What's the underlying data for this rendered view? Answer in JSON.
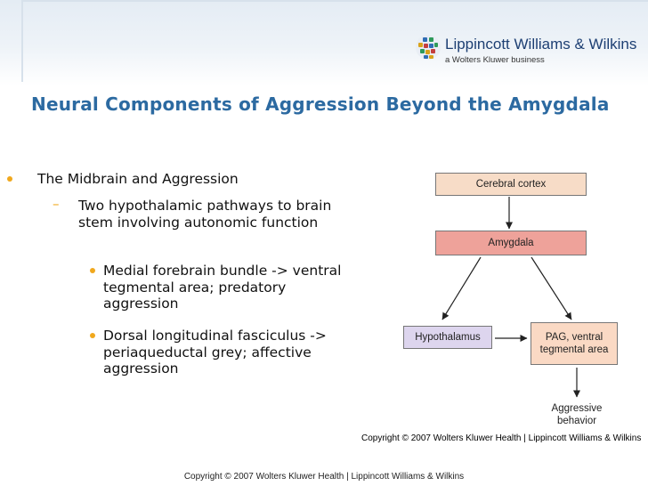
{
  "slide": {
    "title": "Neural Components of Aggression Beyond the Amygdala",
    "bullets": {
      "level1": "The Midbrain and Aggression",
      "level2": "Two hypothalamic pathways to brain stem involving autonomic function",
      "level3": [
        "Medial forebrain bundle -> ventral tegmental area; predatory aggression",
        "Dorsal longitudinal fasciculus -> periaqueductal grey; affective aggression"
      ]
    },
    "footer": "Copyright © 2007 Wolters Kluwer Health | Lippincott Williams & Wilkins"
  },
  "logo": {
    "name": "Lippincott Williams & Wilkins",
    "subtitle": "a Wolters Kluwer business",
    "colors": [
      "#2f6db5",
      "#2e9a5a",
      "#d8a21b",
      "#c43f3f"
    ]
  },
  "diagram": {
    "boxes": {
      "cortex": "Cerebral cortex",
      "amygdala": "Amygdala",
      "hypothalamus": "Hypothalamus",
      "pag_line1": "PAG, ventral",
      "pag_line2": "tegmental area"
    },
    "output_line1": "Aggressive",
    "output_line2": "behavior",
    "credit": "Copyright © 2007 Wolters Kluwer Health | Lippincott Williams & Wilkins",
    "colors": {
      "cortex": "#f7dcc7",
      "amygdala": "#eea29a",
      "hypothalamus": "#ddd5ee",
      "pag": "#fad9c4"
    }
  }
}
